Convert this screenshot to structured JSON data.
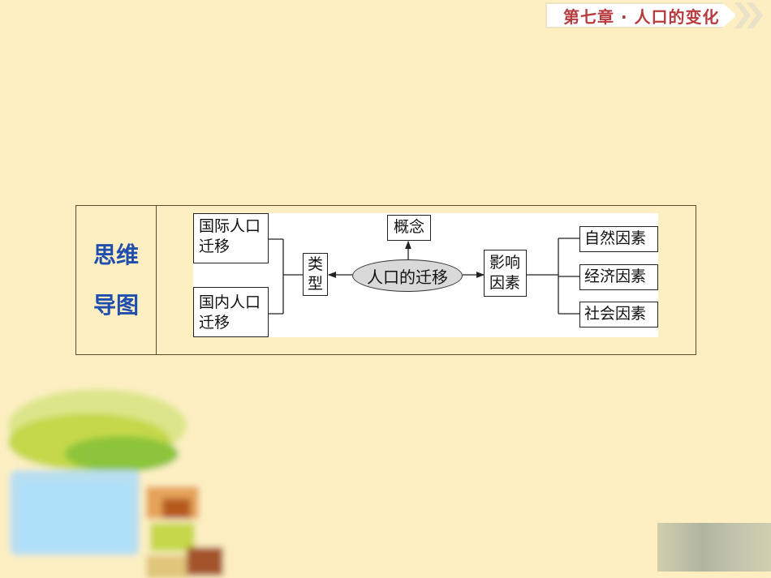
{
  "header": {
    "chapter_title": "第七章 · 人口的变化"
  },
  "table": {
    "label_line1": "思维",
    "label_line2": "导图"
  },
  "diagram": {
    "center": "人口的迁移",
    "concept": "概念",
    "types": {
      "label_line1": "类",
      "label_line2": "型",
      "items": [
        {
          "line1": "国际人口",
          "line2": "迁移"
        },
        {
          "line1": "国内人口",
          "line2": "迁移"
        }
      ]
    },
    "factors": {
      "label_line1": "影响",
      "label_line2": "因素",
      "items": [
        "自然因素",
        "经济因素",
        "社会因素"
      ]
    }
  },
  "colors": {
    "background": "#fdefc2",
    "chapter_text": "#b63b3f",
    "label_text": "#1f4eaf"
  }
}
